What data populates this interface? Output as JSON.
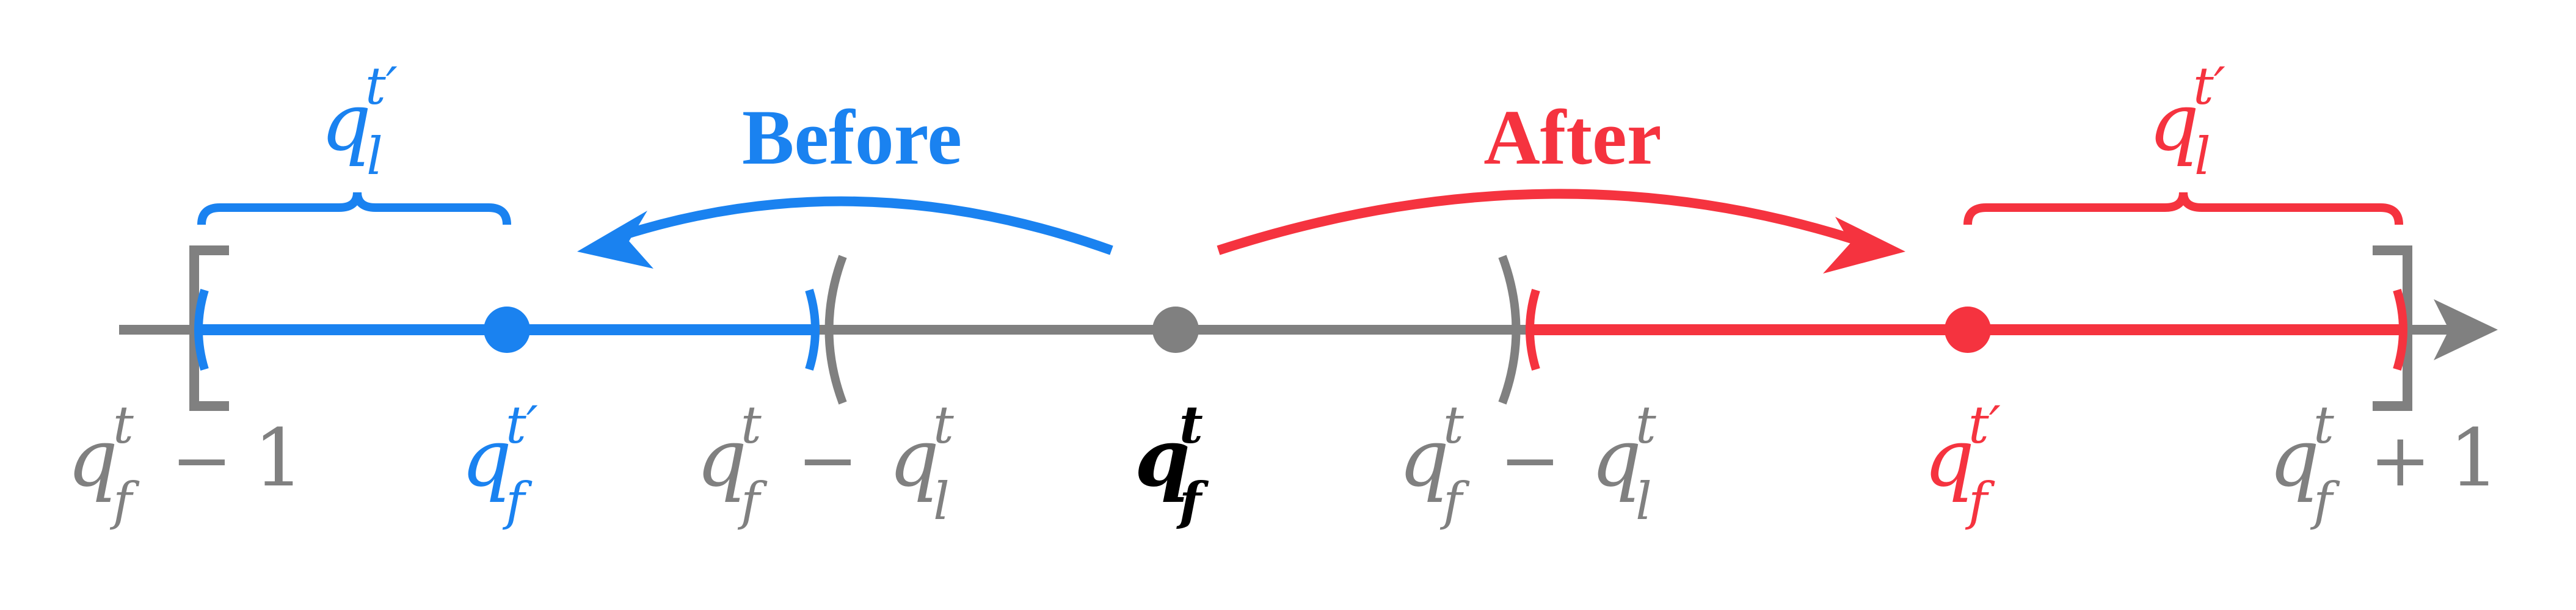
{
  "colors": {
    "gray": "#808080",
    "blue": "#1a82f0",
    "red": "#f5333f",
    "black": "#000000"
  },
  "annotations": {
    "before": "Before",
    "after": "After"
  },
  "symbols": {
    "q": "q",
    "sub_f": "f",
    "sub_l": "l",
    "sup_t": "t",
    "sup_t_prime": "t′",
    "minus": "−",
    "plus": "+",
    "one": "1"
  },
  "tick_labels": [
    {
      "id": "left-bound",
      "text": "q_f^t − 1"
    },
    {
      "id": "blue-point",
      "text": "q_f^t′"
    },
    {
      "id": "left-gap",
      "text": "q_f^t − q_l^t"
    },
    {
      "id": "center",
      "text": "q_f^t"
    },
    {
      "id": "right-gap",
      "text": "q_f^t − q_l^t"
    },
    {
      "id": "red-point",
      "text": "q_f^t′"
    },
    {
      "id": "right-bound",
      "text": "q_f^t + 1"
    }
  ],
  "brace_labels": [
    {
      "id": "blue-brace",
      "text": "q_l^t′"
    },
    {
      "id": "red-brace",
      "text": "q_l^t′"
    }
  ]
}
